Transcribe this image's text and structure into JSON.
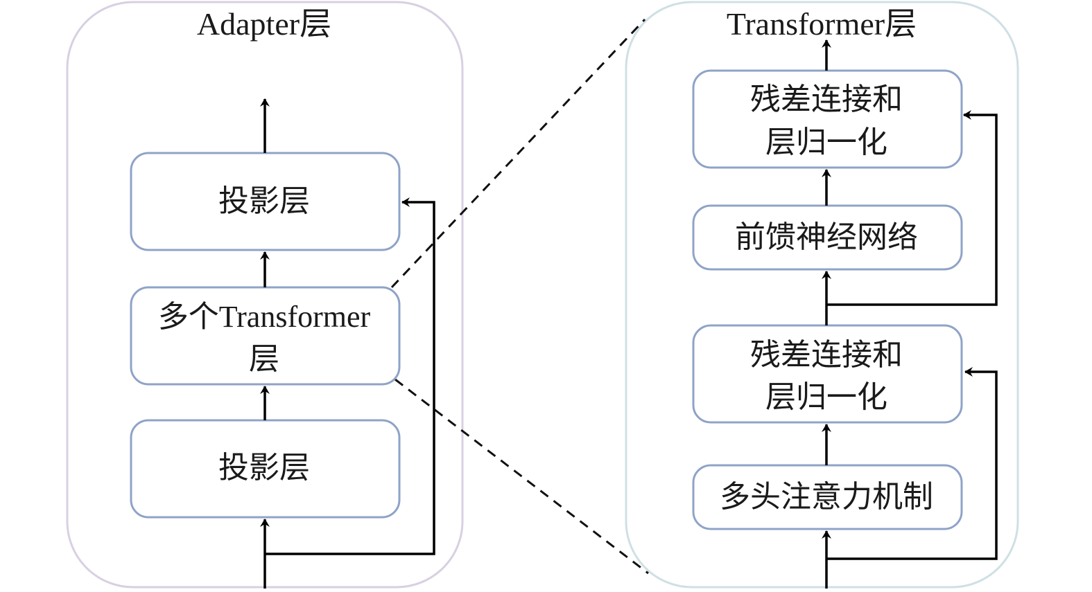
{
  "colors": {
    "adapter_container_stroke": "#d8d0e2",
    "transformer_container_stroke": "#cfe0e4",
    "box_stroke": "#8fa3c7",
    "arrow": "#000000",
    "text": "#1a1a1a"
  },
  "adapter": {
    "title": "Adapter层",
    "boxes": [
      {
        "id": "adapter-top-projection",
        "lines": [
          "投影层"
        ]
      },
      {
        "id": "adapter-transformers",
        "lines": [
          "多个Transformer",
          "层"
        ]
      },
      {
        "id": "adapter-bottom-projection",
        "lines": [
          "投影层"
        ]
      }
    ]
  },
  "transformer": {
    "title": "Transformer层",
    "boxes": [
      {
        "id": "transformer-add-norm-top",
        "lines": [
          "残差连接和",
          "层归一化"
        ]
      },
      {
        "id": "transformer-ffn",
        "lines": [
          "前馈神经网络"
        ]
      },
      {
        "id": "transformer-add-norm-bottom",
        "lines": [
          "残差连接和",
          "层归一化"
        ]
      },
      {
        "id": "transformer-mha",
        "lines": [
          "多头注意力机制"
        ]
      }
    ]
  }
}
